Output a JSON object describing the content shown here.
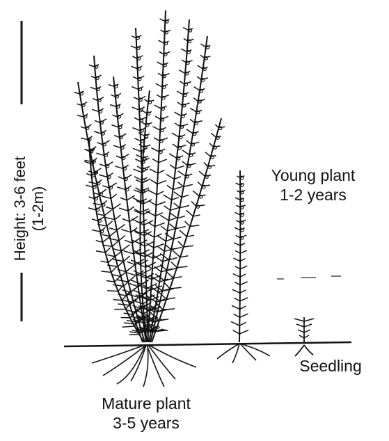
{
  "labels": {
    "height_line1": "Height: 3-6 feet",
    "height_line2": "(1-2m)",
    "young_line1": "Young plant",
    "young_line2": "1-2 years",
    "seedling": "Seedling",
    "mature_line1": "Mature plant",
    "mature_line2": "3-5 years"
  },
  "colors": {
    "ink": "#111111",
    "background": "#ffffff"
  }
}
